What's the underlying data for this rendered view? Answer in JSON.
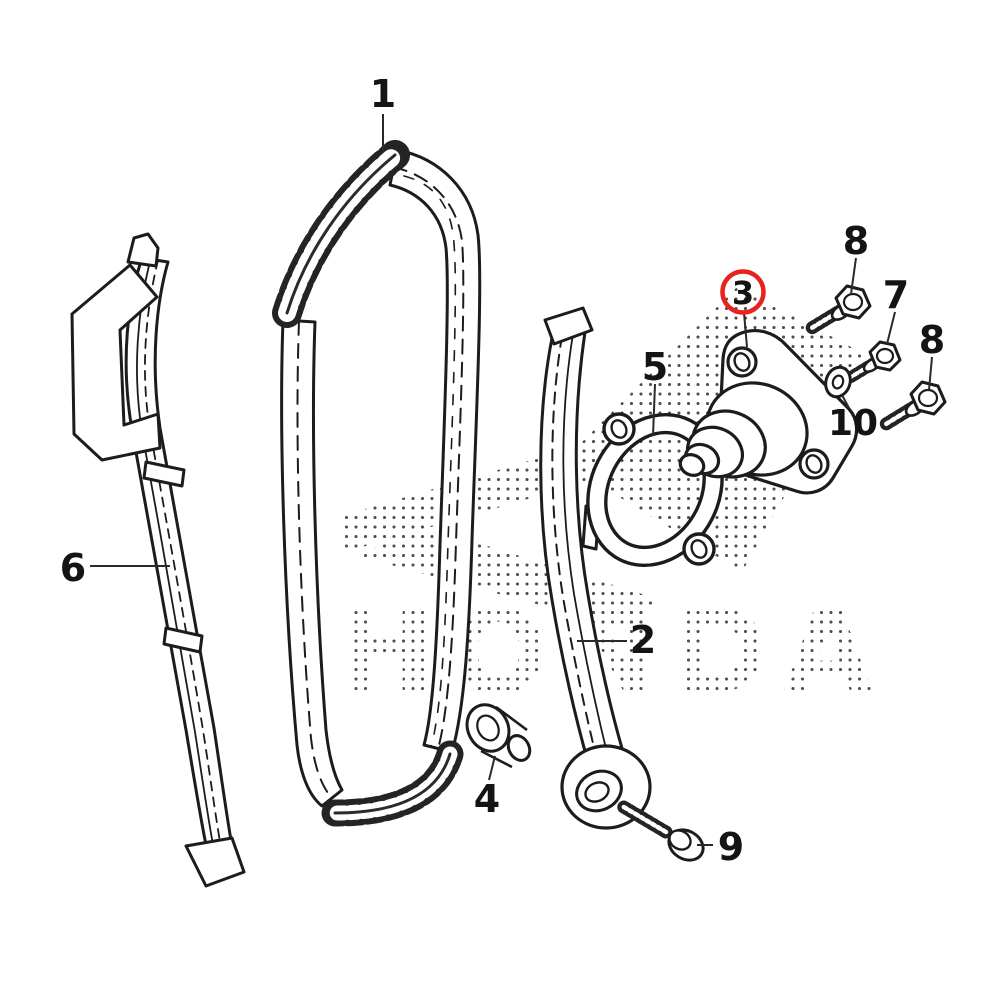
{
  "diagram": {
    "watermark_text": "HONDA",
    "background_color": "#ffffff",
    "line_color": "#1c1c1c"
  },
  "highlight": {
    "part_label": "3",
    "shape": "circle",
    "color": "#e8231d"
  },
  "callouts": [
    {
      "id": "1",
      "label": "1"
    },
    {
      "id": "2",
      "label": "2"
    },
    {
      "id": "3",
      "label": "3"
    },
    {
      "id": "4",
      "label": "4"
    },
    {
      "id": "5",
      "label": "5"
    },
    {
      "id": "6",
      "label": "6"
    },
    {
      "id": "7",
      "label": "7"
    },
    {
      "id": "8a",
      "label": "8"
    },
    {
      "id": "8b",
      "label": "8"
    },
    {
      "id": "9",
      "label": "9"
    },
    {
      "id": "10",
      "label": "10"
    }
  ]
}
